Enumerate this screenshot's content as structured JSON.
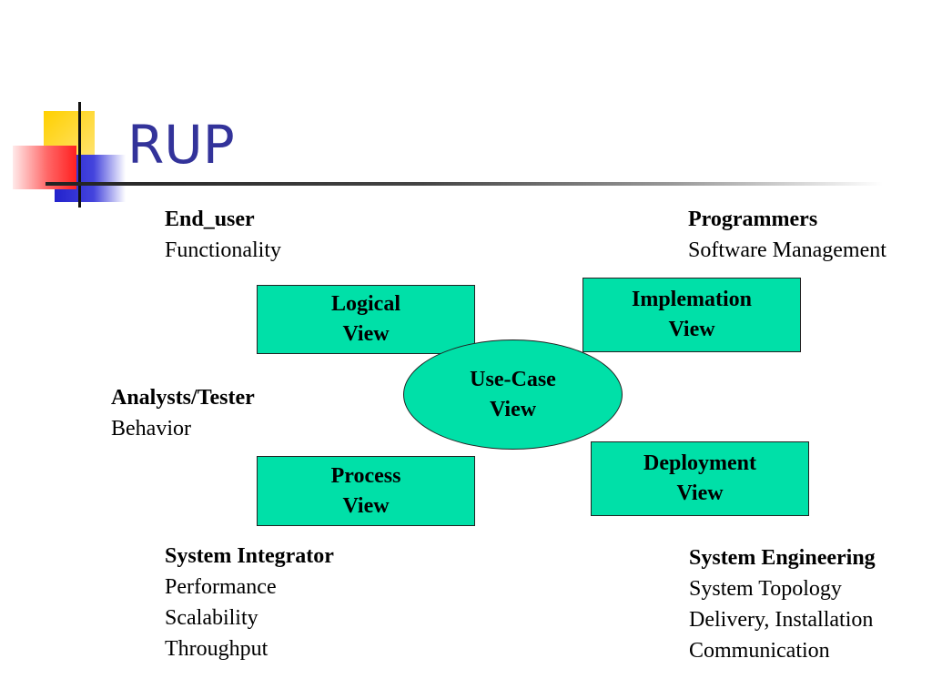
{
  "slide": {
    "title": "RUP"
  },
  "diagram": {
    "center": {
      "line1": "Use-Case",
      "line2": "View"
    },
    "views": {
      "logical": {
        "line1": "Logical",
        "line2": "View"
      },
      "implementation": {
        "line1": "Implemation",
        "line2": "View"
      },
      "process": {
        "line1": "Process",
        "line2": "View"
      },
      "deployment": {
        "line1": "Deployment",
        "line2": "View"
      }
    },
    "stakeholders": {
      "end_user": {
        "heading": "End_user",
        "items": [
          "Functionality"
        ]
      },
      "programmers": {
        "heading": "Programmers",
        "items": [
          "Software Management"
        ]
      },
      "analysts": {
        "heading": "Analysts/Tester",
        "items": [
          "Behavior"
        ]
      },
      "integrator": {
        "heading": "System Integrator",
        "items": [
          "Performance",
          "Scalability",
          "Throughput"
        ]
      },
      "engineering": {
        "heading": "System Engineering",
        "items": [
          "System Topology",
          "Delivery, Installation",
          "Communication"
        ]
      }
    },
    "colors": {
      "box_fill": "#00e0a8",
      "title": "#33339a"
    }
  }
}
